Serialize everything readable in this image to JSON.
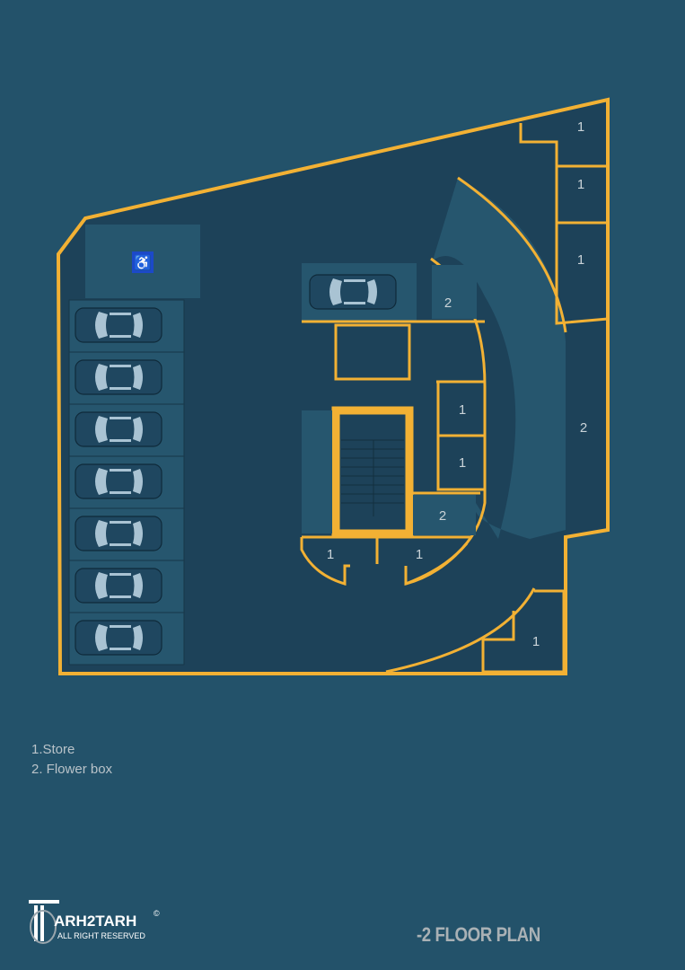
{
  "plan": {
    "room_labels": {
      "store": "1",
      "flower_box": "2"
    }
  },
  "legend": {
    "items": [
      "1.Store",
      "2. Flower box"
    ]
  },
  "title": "-2 FLOOR PLAN",
  "logo": {
    "brand": "ARH2TARH",
    "subtitle": "ALL RIGHT RESERVED",
    "copyright": "©"
  },
  "colors": {
    "background": "#23526a",
    "floor": "#1d4259",
    "wall": "#f2b134",
    "slab": "#26566e"
  }
}
